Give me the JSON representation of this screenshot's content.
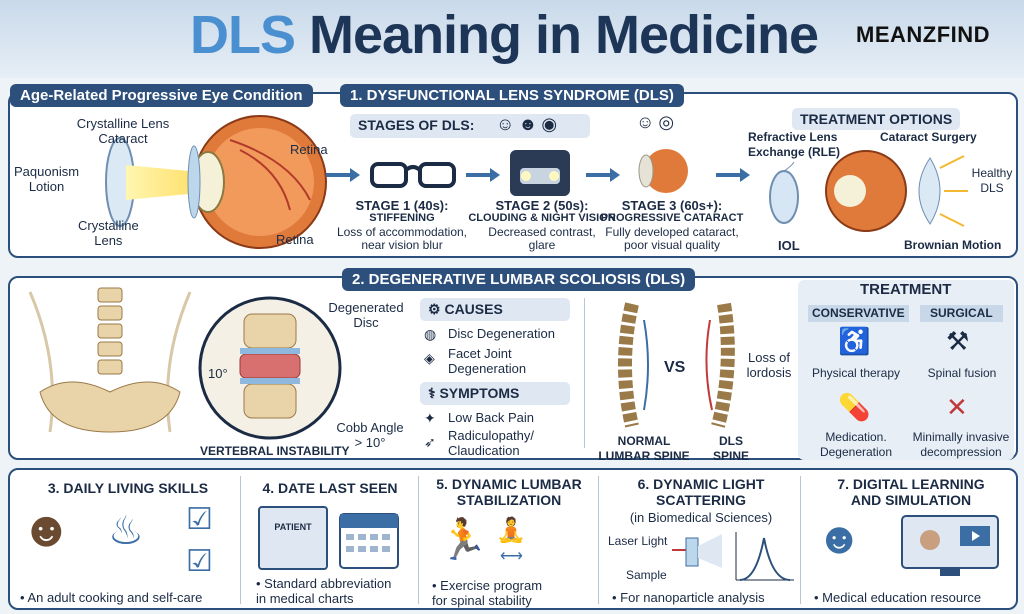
{
  "header": {
    "title_accent": "DLS",
    "title_rest": "Meaning in Medicine",
    "brand": "MEANZFIND"
  },
  "section1": {
    "tab_left": "Age-Related Progressive Eye Condition",
    "tab_main": "1. DYSFUNCTIONAL LENS SYNDROME (DLS)",
    "eye_labels": {
      "crystalline_cataract": "Crystalline Lens\nCataract",
      "paquonism": "Paquonism\nLotion",
      "crystalline_lens": "Crystalline\nLens",
      "retina_top": "Retina",
      "retina_bottom": "Retina"
    },
    "stages_title": "STAGES OF DLS:",
    "stages": [
      {
        "title": "STAGE 1 (40s):",
        "name": "STIFFENING",
        "desc": "Loss of accommodation,\nnear vision blur"
      },
      {
        "title": "STAGE 2 (50s):",
        "name": "CLOUDING & NIGHT VISION",
        "desc": "Decreased contrast,\nglare"
      },
      {
        "title": "STAGE 3 (60s+):",
        "name": "PROGRESSIVE CATARACT",
        "desc": "Fully developed cataract,\npoor visual quality"
      }
    ],
    "treatment_title": "TREATMENT OPTIONS",
    "treatment_labels": {
      "rle": "Refractive Lens\nExchange (RLE)",
      "cataract": "Cataract Surgery",
      "healthy": "Healthy\nDLS",
      "iol": "IOL",
      "brownian": "Brownian Motion"
    }
  },
  "section2": {
    "tab": "2. DEGENERATIVE LUMBAR SCOLIOSIS (DLS)",
    "labels": {
      "degenerated_disc": "Degenerated\nDisc",
      "ten_deg": "10°",
      "cobb": "Cobb Angle\n> 10°",
      "instability": "VERTEBRAL INSTABILITY"
    },
    "causes_title": "CAUSES",
    "causes": [
      "Disc Degeneration",
      "Facet Joint\nDegeneration"
    ],
    "symptoms_title": "SYMPTOMS",
    "symptoms": [
      "Low Back Pain",
      "Radiculopathy/\nClaudication"
    ],
    "vs": "VS",
    "loss_lordosis": "Loss of\nlordosis",
    "normal_spine": "NORMAL\nLUMBAR SPINE",
    "dls_spine": "DLS\nSPINE",
    "treatment_title": "TREATMENT",
    "conservative": "CONSERVATIVE",
    "surgical": "SURGICAL",
    "items": [
      "Physical therapy",
      "Spinal fusion",
      "Medication.\nDegeneration",
      "Minimally invasive\ndecompression"
    ]
  },
  "section3": {
    "cards": [
      {
        "title": "3. DAILY LIVING SKILLS",
        "bullet": "• An adult cooking and self-care"
      },
      {
        "title": "4. DATE LAST SEEN",
        "bullet": "• Standard abbreviation\nin medical charts",
        "patient": "PATIENT"
      },
      {
        "title": "5. DYNAMIC LUMBAR\nSTABILIZATION",
        "bullet": "• Exercise program\nfor spinal stability"
      },
      {
        "title": "6. DYNAMIC LIGHT\nSCATTERING",
        "subtitle": "(in Biomedical Sciences)",
        "laser": "Laser Light",
        "sample": "Sample",
        "bullet": "• For nanoparticle analysis"
      },
      {
        "title": "7. DIGITAL LEARNING\nAND SIMULATION",
        "bullet": "• Medical education resource"
      }
    ]
  },
  "colors": {
    "navy": "#2d4f7c",
    "accent": "#4a8fd0",
    "eye_orange": "#e07a3a"
  }
}
